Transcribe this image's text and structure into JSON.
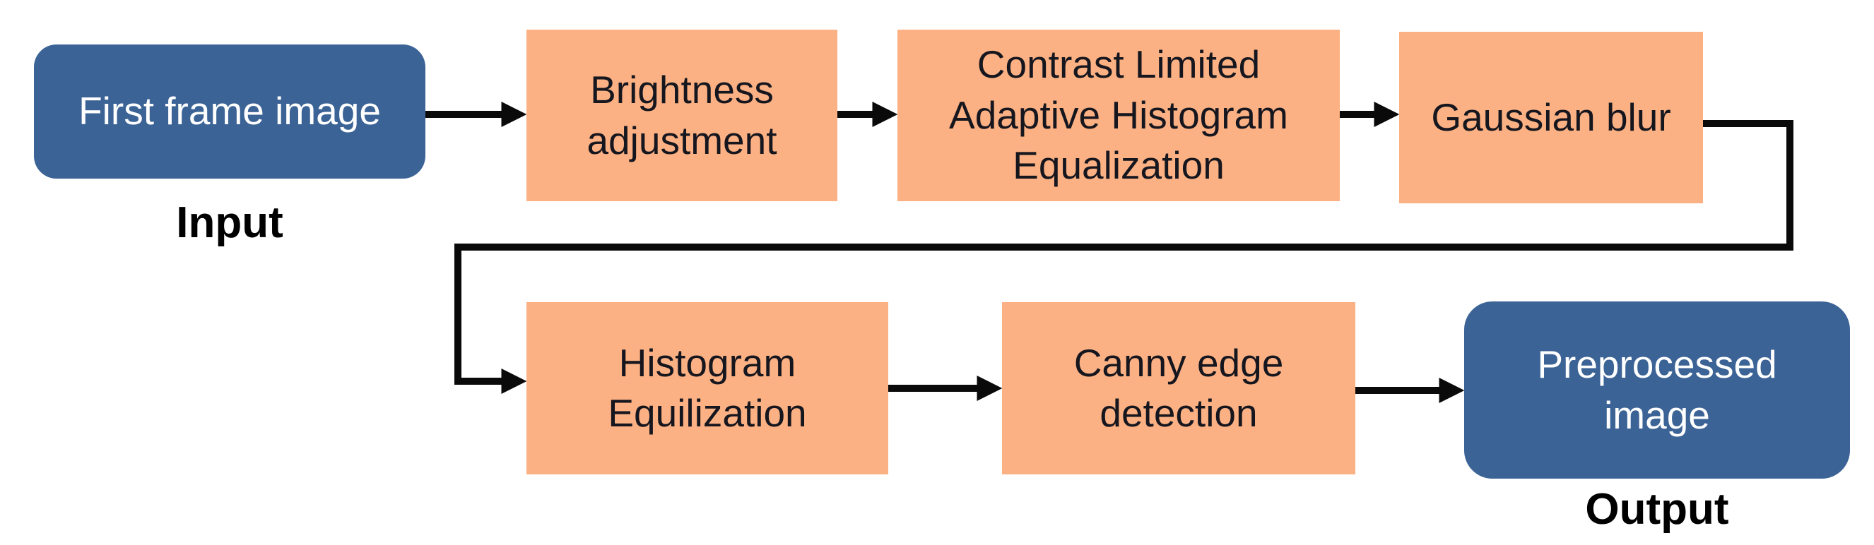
{
  "diagram": {
    "description": "Image preprocessing pipeline flowchart",
    "captions": {
      "input": "Input",
      "output": "Output"
    },
    "nodes": [
      {
        "id": "first-frame-image",
        "label": "First frame image",
        "shape": "rounded-rectangle",
        "role": "input-terminal"
      },
      {
        "id": "brightness-adjustment",
        "label": "Brightness\nadjustment",
        "shape": "rectangle",
        "role": "process"
      },
      {
        "id": "clahe",
        "label": "Contrast Limited\nAdaptive Histogram\nEqualization",
        "shape": "rectangle",
        "role": "process"
      },
      {
        "id": "gaussian-blur",
        "label": "Gaussian blur",
        "shape": "rectangle",
        "role": "process"
      },
      {
        "id": "histogram-equilization",
        "label": "Histogram\nEquilization",
        "shape": "rectangle",
        "role": "process"
      },
      {
        "id": "canny-edge-detection",
        "label": "Canny edge\ndetection",
        "shape": "rectangle",
        "role": "process"
      },
      {
        "id": "preprocessed-image",
        "label": "Preprocessed\nimage",
        "shape": "rounded-rectangle",
        "role": "output-terminal"
      }
    ],
    "edges": [
      {
        "from": "first-frame-image",
        "to": "brightness-adjustment",
        "style": "straight-arrow"
      },
      {
        "from": "brightness-adjustment",
        "to": "clahe",
        "style": "straight-arrow"
      },
      {
        "from": "clahe",
        "to": "gaussian-blur",
        "style": "straight-arrow"
      },
      {
        "from": "gaussian-blur",
        "to": "histogram-equilization",
        "style": "orthogonal-elbow-arrow"
      },
      {
        "from": "histogram-equilization",
        "to": "canny-edge-detection",
        "style": "straight-arrow"
      },
      {
        "from": "canny-edge-detection",
        "to": "preprocessed-image",
        "style": "straight-arrow"
      }
    ],
    "colors": {
      "process_fill": "#FBB183",
      "terminal_fill": "#3B6396",
      "process_text": "#16161F",
      "terminal_text": "#FFFFFF",
      "caption_text": "#000000",
      "arrow": "#0A0A0A",
      "background": "#FFFFFF"
    }
  }
}
